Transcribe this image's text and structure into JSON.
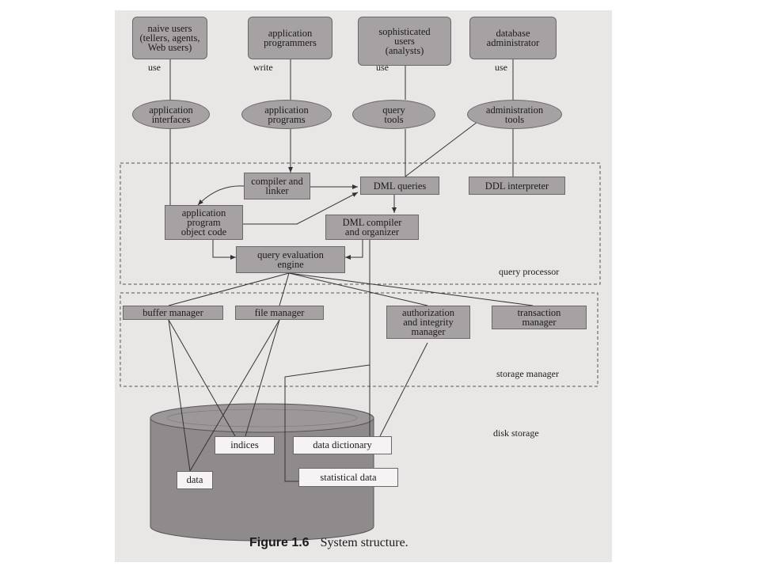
{
  "users": {
    "naive": "naive users\n(tellers, agents,\nWeb users)",
    "programmers": "application\nprogrammers",
    "sophisticated": "sophisticated\nusers\n(analysts)",
    "dba": "database\nadministrator"
  },
  "actions": {
    "naive": "use",
    "programmers": "write",
    "sophisticated": "use",
    "dba": "use"
  },
  "tools": {
    "app_interfaces": "application\ninterfaces",
    "app_programs": "application\nprograms",
    "query_tools": "query\ntools",
    "admin_tools": "administration\ntools"
  },
  "query_processor": {
    "compiler_linker": "compiler and\nlinker",
    "dml_queries": "DML queries",
    "ddl_interpreter": "DDL interpreter",
    "object_code": "application\nprogram\nobject code",
    "dml_compiler": "DML compiler\nand organizer",
    "query_engine": "query evaluation\nengine",
    "label": "query processor"
  },
  "storage_manager": {
    "buffer": "buffer manager",
    "file": "file manager",
    "auth": "authorization\nand integrity\nmanager",
    "transaction": "transaction\nmanager",
    "label": "storage manager"
  },
  "disk": {
    "indices": "indices",
    "data_dictionary": "data dictionary",
    "data": "data",
    "statistical": "statistical data",
    "label": "disk storage"
  },
  "caption": {
    "number": "Figure 1.6",
    "title": "System structure."
  }
}
